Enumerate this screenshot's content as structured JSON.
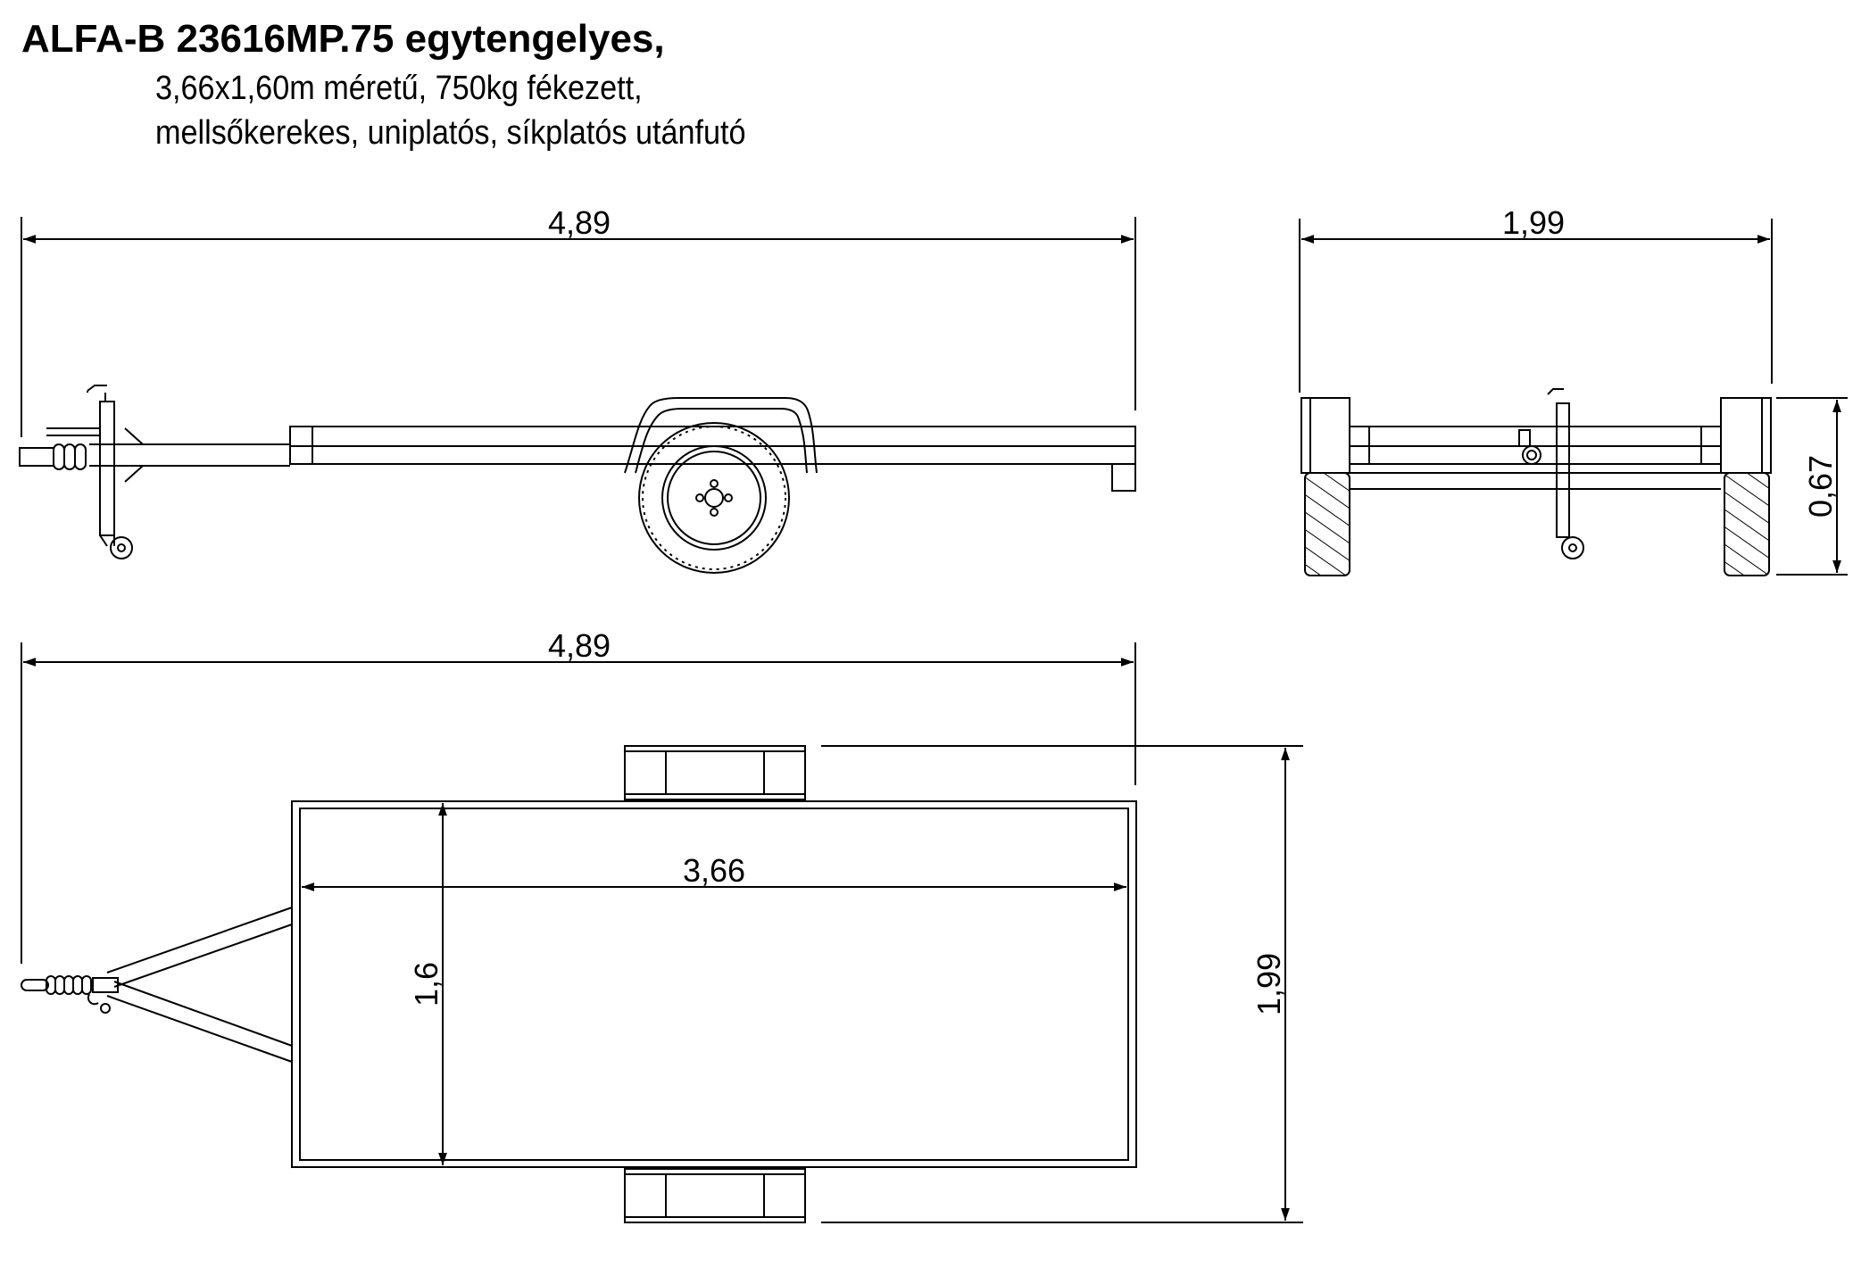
{
  "title": {
    "main": "ALFA-B 23616MP.75 egytengelyes,",
    "line1": "3,66x1,60m méretű, 750kg fékezett,",
    "line2": "mellsőkerekes, uniplatós, síkplatós utánfutó"
  },
  "dimensions": {
    "side_total_length": "4,89",
    "rear_total_width": "1,99",
    "rear_height": "0,67",
    "top_total_length": "4,89",
    "platform_length": "3,66",
    "platform_width": "1,6",
    "top_total_width": "1,99"
  },
  "colors": {
    "line": "#000000",
    "background": "#ffffff"
  }
}
